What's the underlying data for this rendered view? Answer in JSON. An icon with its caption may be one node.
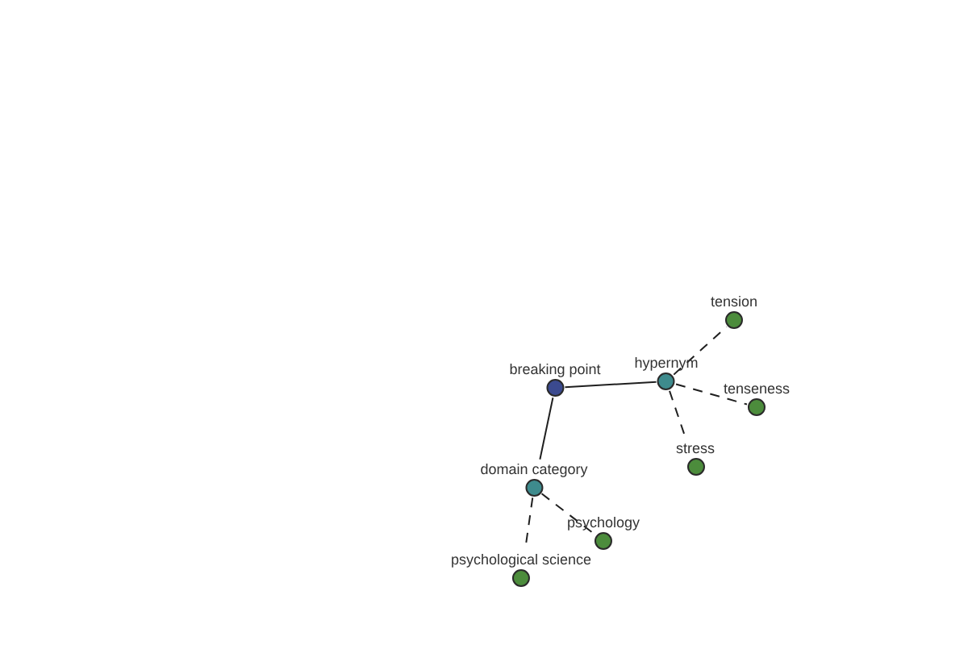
{
  "diagram": {
    "nodes": [
      {
        "text": [
          "breaking point"
        ]
      },
      {
        "text": [
          "hypernym"
        ]
      },
      {
        "text": [
          "tension"
        ]
      },
      {
        "text": [
          "tenseness"
        ]
      },
      {
        "text": [
          "stress"
        ]
      },
      {
        "text": [
          "domain category"
        ]
      },
      {
        "text": [
          "psychology"
        ]
      },
      {
        "text": [
          "psychological science"
        ]
      }
    ],
    "edges": [
      {
        "from": 0,
        "to": 1,
        "arrow": "none"
      },
      {
        "from": 0,
        "to": 5,
        "arrow": "none"
      },
      {
        "from": 1,
        "to": 2,
        "arrow": "none",
        "style": "dashed"
      },
      {
        "from": 1,
        "to": 3,
        "arrow": "none",
        "style": "dashed"
      },
      {
        "from": 1,
        "to": 4,
        "arrow": "none",
        "style": "dashed"
      },
      {
        "from": 5,
        "to": 6,
        "arrow": "none",
        "style": "dashed"
      },
      {
        "from": 5,
        "to": 7,
        "arrow": "none",
        "style": "dashed"
      }
    ]
  }
}
